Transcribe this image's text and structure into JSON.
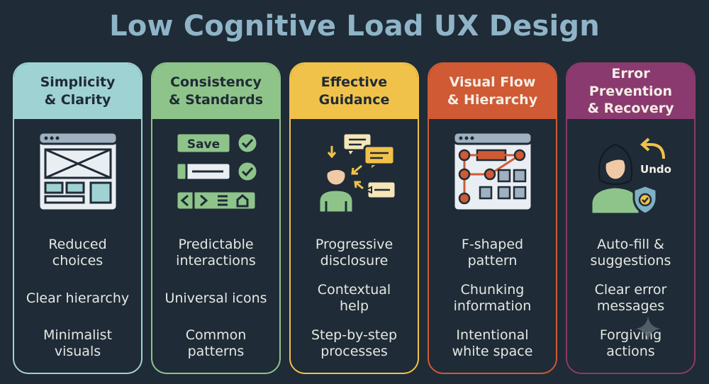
{
  "title": "Low Cognitive Load UX Design",
  "colors": {
    "background": "#1f2b36",
    "title": "#8fb4c8",
    "simplicity": "#9fd2d3",
    "consistency": "#8ec48a",
    "guidance": "#f1c24a",
    "visual_flow": "#cf5a34",
    "error": "#8a3a6e"
  },
  "cards": [
    {
      "header": "Simplicity\n& Clarity",
      "icon": "wireframe-icon",
      "items": [
        "Reduced\nchoices",
        "Clear hierarchy",
        "Minimalist\nvisuals"
      ]
    },
    {
      "header": "Consistency\n& Standards",
      "icon": "ui-components-icon",
      "button_label": "Save",
      "items": [
        "Predictable\ninteractions",
        "Universal icons",
        "Common\npatterns"
      ]
    },
    {
      "header": "Effective\nGuidance",
      "icon": "guided-user-icon",
      "items": [
        "Progressive\ndisclosure",
        "Contextual\nhelp",
        "Step-by-step\nprocesses"
      ]
    },
    {
      "header": "Visual Flow\n& Hierarchy",
      "icon": "f-pattern-layout-icon",
      "items": [
        "F-shaped\npattern",
        "Chunking\ninformation",
        "Intentional\nwhite space"
      ]
    },
    {
      "header": "Error Prevention\n& Recovery",
      "icon": "user-undo-shield-icon",
      "undo_label": "Undo",
      "items": [
        "Auto-fill &\nsuggestions",
        "Clear error\nmessages",
        "Forgiving\nactions"
      ]
    }
  ]
}
